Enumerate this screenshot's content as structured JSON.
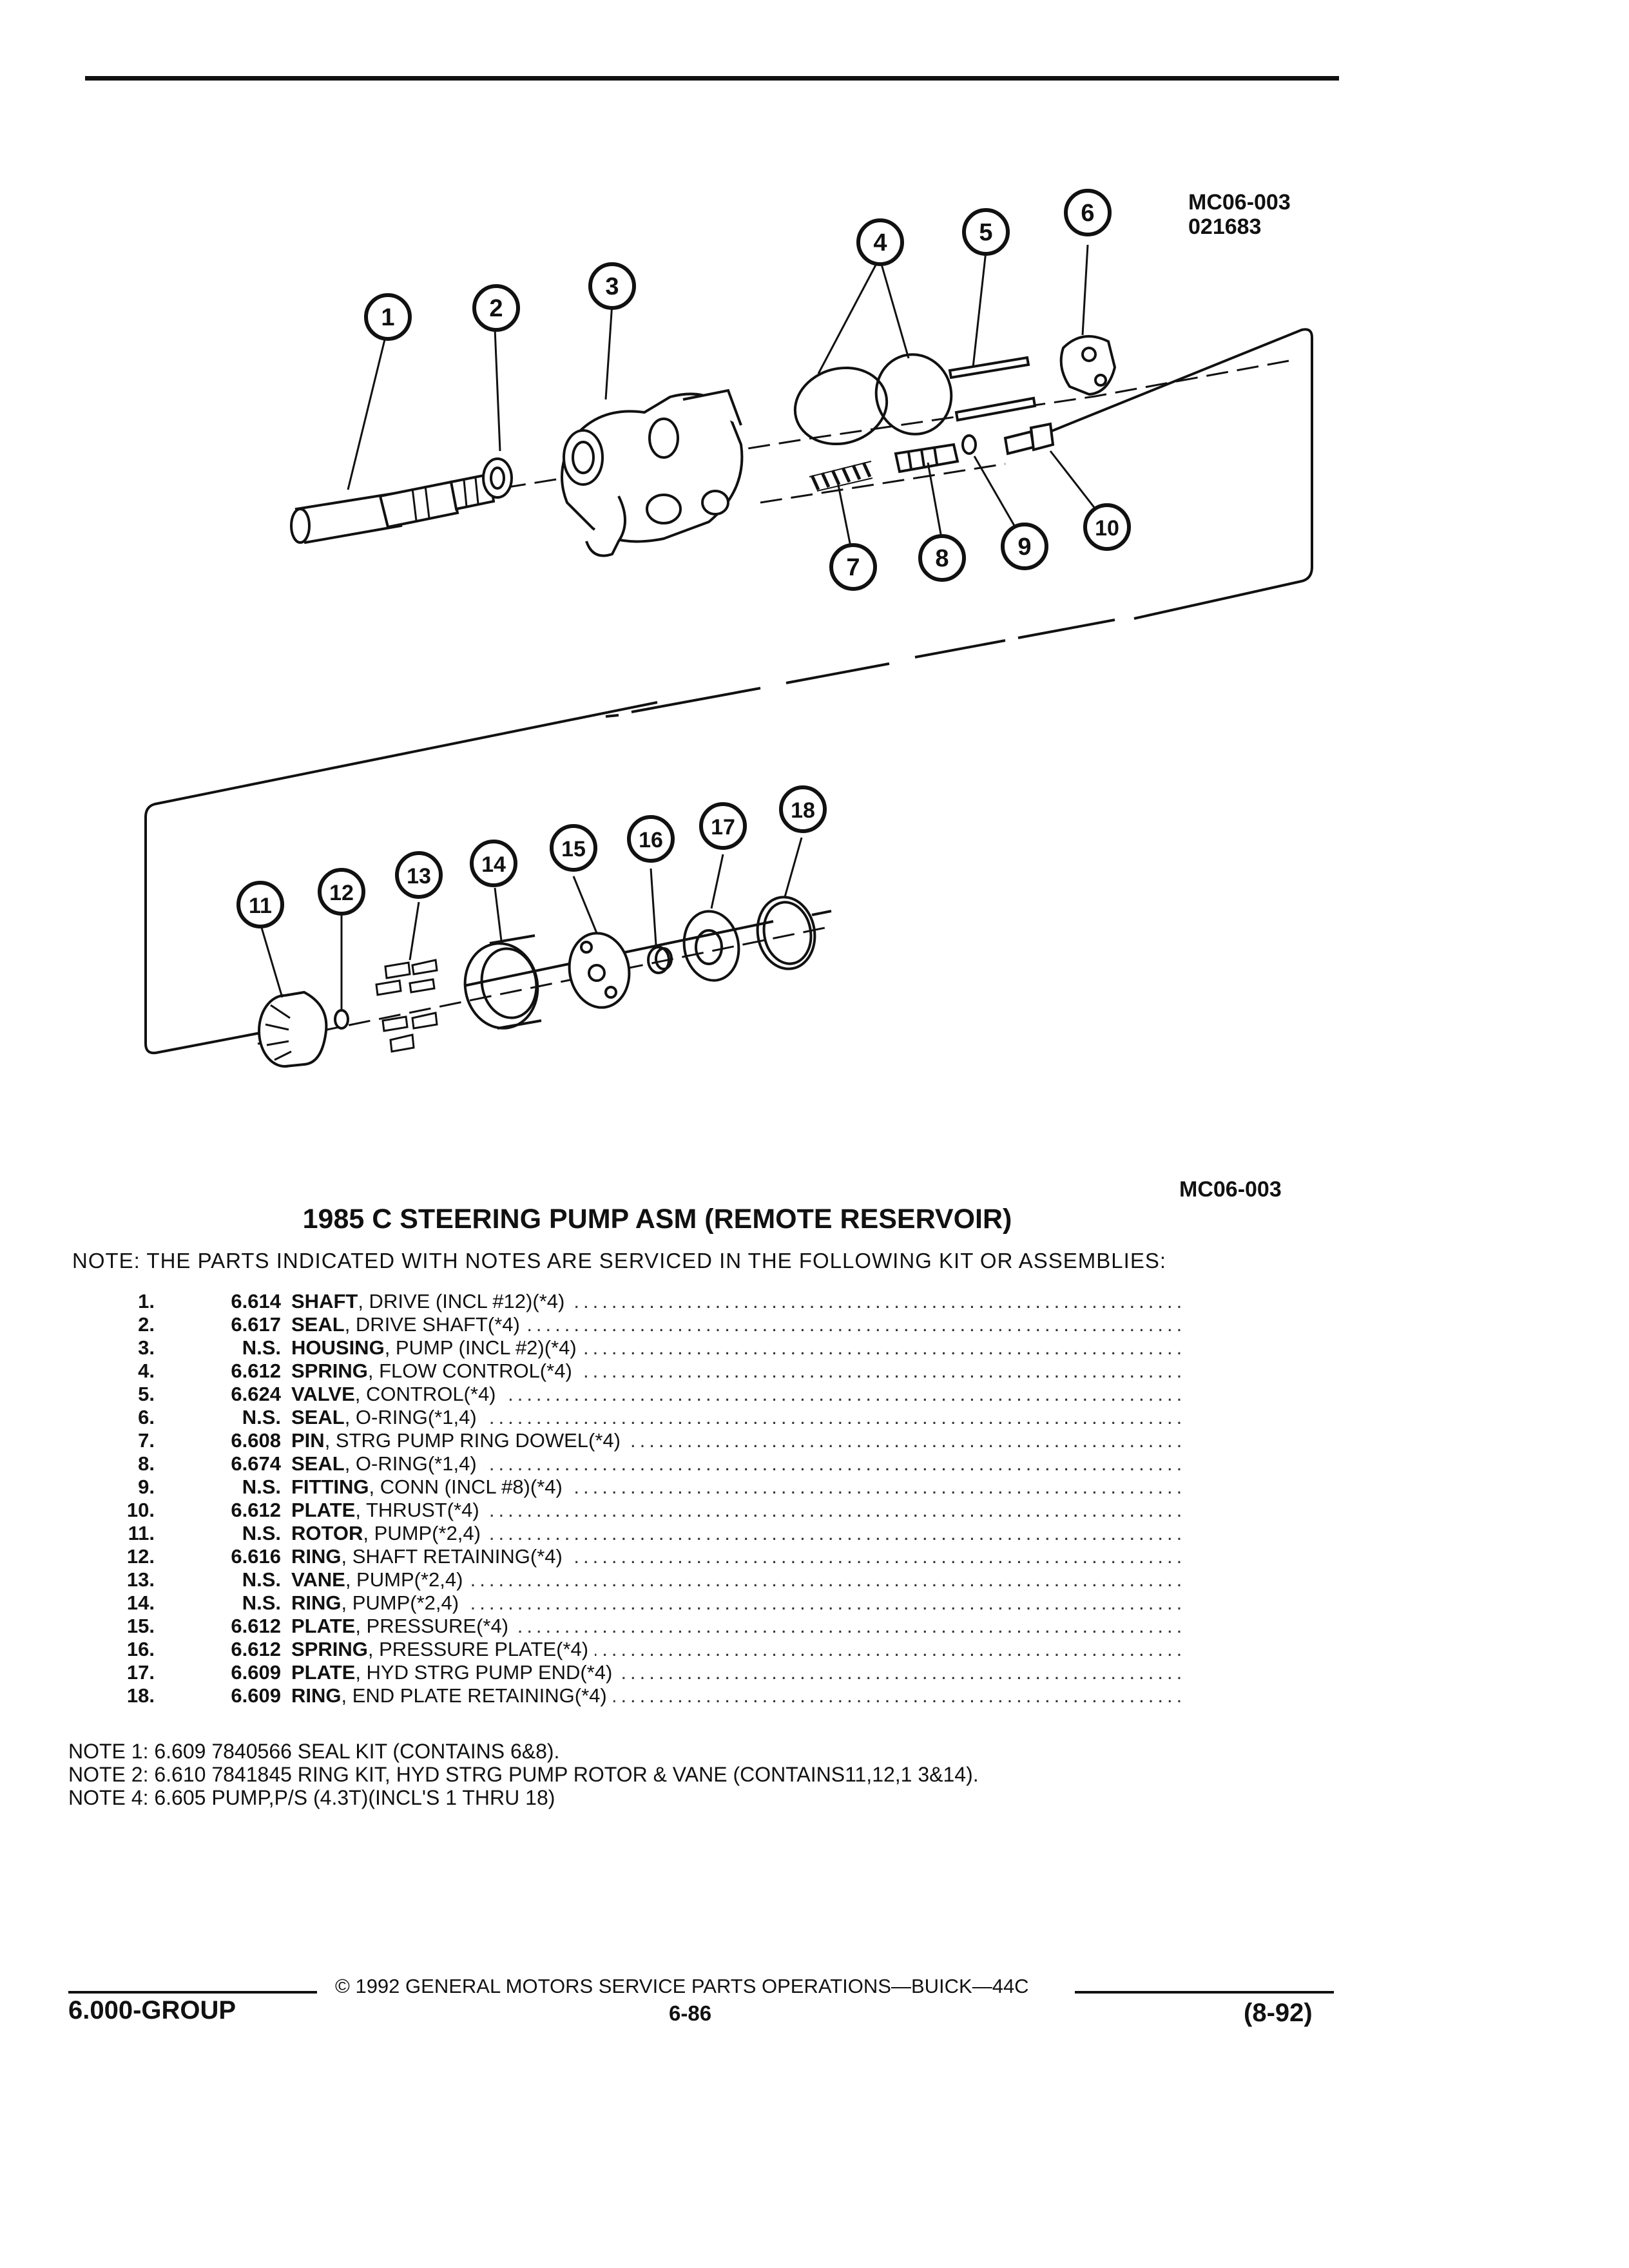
{
  "header": {
    "code": "MC06-003",
    "sub_code": "021683"
  },
  "diagram": {
    "caption_code": "MC06-003",
    "callouts": [
      "1",
      "2",
      "3",
      "4",
      "5",
      "6",
      "7",
      "8",
      "9",
      "10",
      "11",
      "12",
      "13",
      "14",
      "15",
      "16",
      "17",
      "18"
    ]
  },
  "title": "1985 C STEERING PUMP ASM (REMOTE RESERVOIR)",
  "note_heading": "NOTE:  THE PARTS INDICATED WITH NOTES ARE SERVICED IN THE FOLLOWING KIT OR ASSEMBLIES:",
  "parts": [
    {
      "num": "1.",
      "code": "6.614",
      "name": "SHAFT",
      "detail": ", DRIVE (INCL #12)(*4)"
    },
    {
      "num": "2.",
      "code": "6.617",
      "name": "SEAL",
      "detail": ", DRIVE SHAFT(*4)"
    },
    {
      "num": "3.",
      "code": "N.S.",
      "name": "HOUSING",
      "detail": ", PUMP (INCL #2)(*4)"
    },
    {
      "num": "4.",
      "code": "6.612",
      "name": "SPRING",
      "detail": ", FLOW CONTROL(*4)"
    },
    {
      "num": "5.",
      "code": "6.624",
      "name": "VALVE",
      "detail": ", CONTROL(*4)"
    },
    {
      "num": "6.",
      "code": "N.S.",
      "name": "SEAL",
      "detail": ", O-RING(*1,4)"
    },
    {
      "num": "7.",
      "code": "6.608",
      "name": "PIN",
      "detail": ", STRG PUMP RING DOWEL(*4)"
    },
    {
      "num": "8.",
      "code": "6.674",
      "name": "SEAL",
      "detail": ", O-RING(*1,4)"
    },
    {
      "num": "9.",
      "code": "N.S.",
      "name": "FITTING",
      "detail": ", CONN (INCL #8)(*4)"
    },
    {
      "num": "10.",
      "code": "6.612",
      "name": "PLATE",
      "detail": ", THRUST(*4)"
    },
    {
      "num": "11.",
      "code": "N.S.",
      "name": "ROTOR",
      "detail": ", PUMP(*2,4)"
    },
    {
      "num": "12.",
      "code": "6.616",
      "name": "RING",
      "detail": ", SHAFT RETAINING(*4)"
    },
    {
      "num": "13.",
      "code": "N.S.",
      "name": "VANE",
      "detail": ", PUMP(*2,4)"
    },
    {
      "num": "14.",
      "code": "N.S.",
      "name": "RING",
      "detail": ", PUMP(*2,4)"
    },
    {
      "num": "15.",
      "code": "6.612",
      "name": "PLATE",
      "detail": ", PRESSURE(*4)"
    },
    {
      "num": "16.",
      "code": "6.612",
      "name": "SPRING",
      "detail": ", PRESSURE PLATE(*4)"
    },
    {
      "num": "17.",
      "code": "6.609",
      "name": "PLATE",
      "detail": ", HYD STRG PUMP END(*4)"
    },
    {
      "num": "18.",
      "code": "6.609",
      "name": "RING",
      "detail": ", END PLATE RETAINING(*4)"
    }
  ],
  "notes": [
    "NOTE  1:  6.609 7840566 SEAL KIT (CONTAINS 6&8).",
    "NOTE  2:  6.610 7841845 RING KIT, HYD STRG PUMP ROTOR & VANE (CONTAINS11,12,1 3&14).",
    "NOTE  4:  6.605 PUMP,P/S (4.3T)(INCL'S 1 THRU 18)"
  ],
  "footer": {
    "copyright": "©  1992  GENERAL MOTORS SERVICE PARTS OPERATIONS—BUICK—44C",
    "group": "6.000-GROUP",
    "page": "6-86",
    "date": "(8-92)"
  },
  "dots": "....................................................................................................................."
}
